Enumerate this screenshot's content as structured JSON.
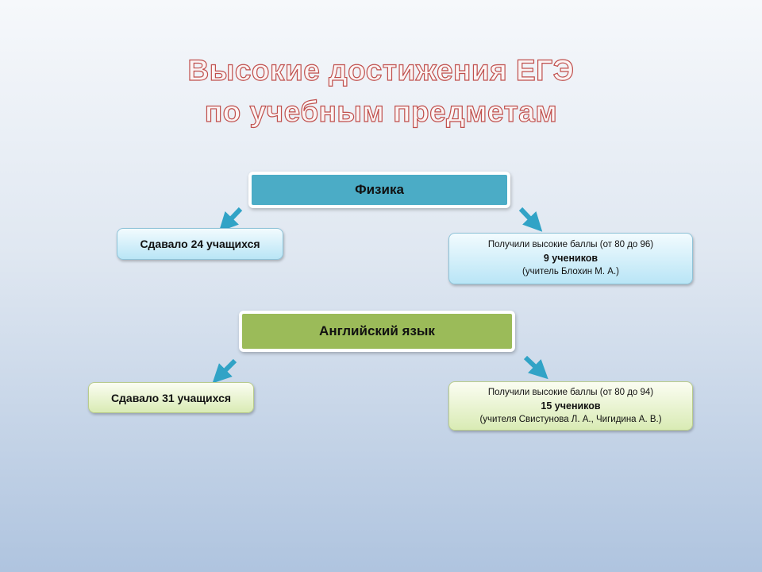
{
  "title": {
    "line1": "Высокие достижения ЕГЭ",
    "line2": "по учебным предметам"
  },
  "subjects": [
    {
      "name": "Физика",
      "took": "Сдавало 24 учащихся",
      "high_line1": "Получили высокие баллы (от 80 до 96)",
      "high_line2": "9 учеников",
      "high_line3": "(учитель Блохин М. А.)"
    },
    {
      "name": "Английский язык",
      "took": "Сдавало 31 учащихся",
      "high_line1": "Получили высокие баллы (от 80 до 94)",
      "high_line2": "15 учеников",
      "high_line3": "(учителя Свистунова Л. А., Чигидина А. В.)"
    }
  ],
  "colors": {
    "physics": "#4bacc6",
    "english": "#9bbb59",
    "arrow": "#31a3c6",
    "title_outline": "#c0504d"
  }
}
